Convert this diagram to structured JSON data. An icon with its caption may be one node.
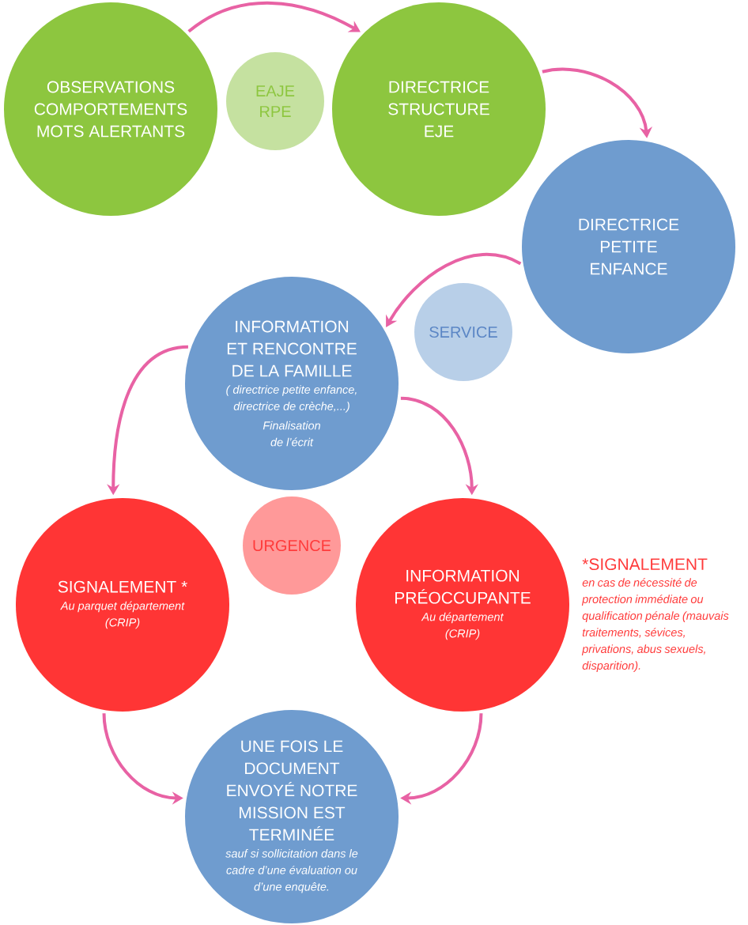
{
  "diagram": {
    "nodes": [
      {
        "text": [
          "OBSERVATIONS COMPORTEMENTS MOTS ALERTANTS"
        ]
      },
      {
        "text": [
          "EAJE RPE"
        ]
      },
      {
        "text": [
          "DIRECTRICE STRUCTURE EJE"
        ]
      },
      {
        "text": [
          "DIRECTRICE PETITE ENFANCE"
        ]
      },
      {
        "text": [
          "SERVICE"
        ]
      },
      {
        "text": [
          "INFORMATION ET RENCONTRE DE LA FAMILLE",
          "( directrice petite enfance, directrice de crèche,...)",
          "Finalisation de l’écrit"
        ]
      },
      {
        "text": [
          "URGENCE"
        ]
      },
      {
        "text": [
          "SIGNALEMENT *",
          "Au parquet département (CRIP)"
        ]
      },
      {
        "text": [
          "INFORMATION PRÉOCCUPANTE",
          "Au département (CRIP)"
        ]
      },
      {
        "text": [
          "UNE FOIS LE DOCUMENT ENVOYÉ NOTRE MISSION EST TERMINÉE",
          "sauf si sollicitation dans le cadre d’une évaluation ou d’une enquête."
        ]
      }
    ],
    "edges": [
      {
        "from": 0,
        "to": 2,
        "arrow": "to"
      },
      {
        "from": 2,
        "to": 3,
        "arrow": "to"
      },
      {
        "from": 3,
        "to": 5,
        "arrow": "to"
      },
      {
        "from": 5,
        "to": 7,
        "arrow": "to"
      },
      {
        "from": 5,
        "to": 8,
        "arrow": "to"
      },
      {
        "from": 7,
        "to": 9,
        "arrow": "to"
      },
      {
        "from": 8,
        "to": 9,
        "arrow": "to"
      }
    ],
    "labels": [
      "*SIGNALEMENT",
      "en cas de nécessité de protection immédiate ou qualification pénale (mauvais traitements, sévices, privations, abus sexuels, disparition)."
    ]
  }
}
